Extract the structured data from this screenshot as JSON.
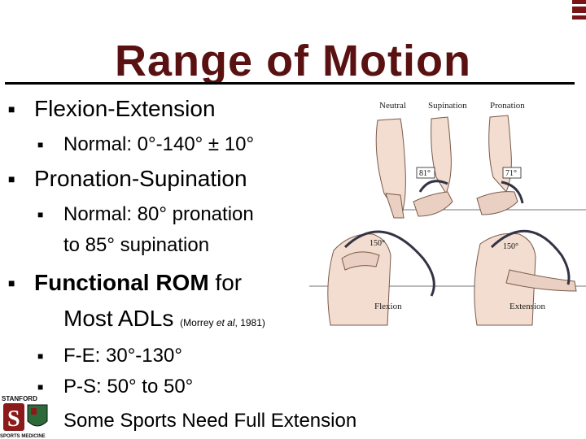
{
  "title": "Range of Motion",
  "bullets": {
    "flexion_extension": "Flexion-Extension",
    "fe_normal": "Normal:  0°-140° ± 10°",
    "pronation_supination": "Pronation-Supination",
    "ps_normal_line1": "Normal:  80° pronation",
    "ps_normal_line2": "to 85° supination",
    "functional_rom": "Functional ROM",
    "functional_for": " for",
    "most_adls": "Most ADLs",
    "cite_open": "(Morrey ",
    "cite_etal": "et al",
    "cite_close": ", 1981)",
    "fe_functional": "F-E: 30°-130°",
    "ps_functional": "P-S: 50° to 50°",
    "sports": "Some Sports Need Full Extension"
  },
  "figure": {
    "neutral": "Neutral",
    "supination": "Supination",
    "pronation": "Pronation",
    "sup_deg": "81°",
    "pro_deg": "71°",
    "flex_deg": "150°",
    "ext_deg": "150°",
    "flexion": "Flexion",
    "extension": "Extension"
  },
  "logo": {
    "text_top": "STANFORD",
    "text_bottom": "SPORTS MEDICINE",
    "letter": "S"
  },
  "colors": {
    "title": "#5a1111",
    "accent": "#7a1416"
  }
}
